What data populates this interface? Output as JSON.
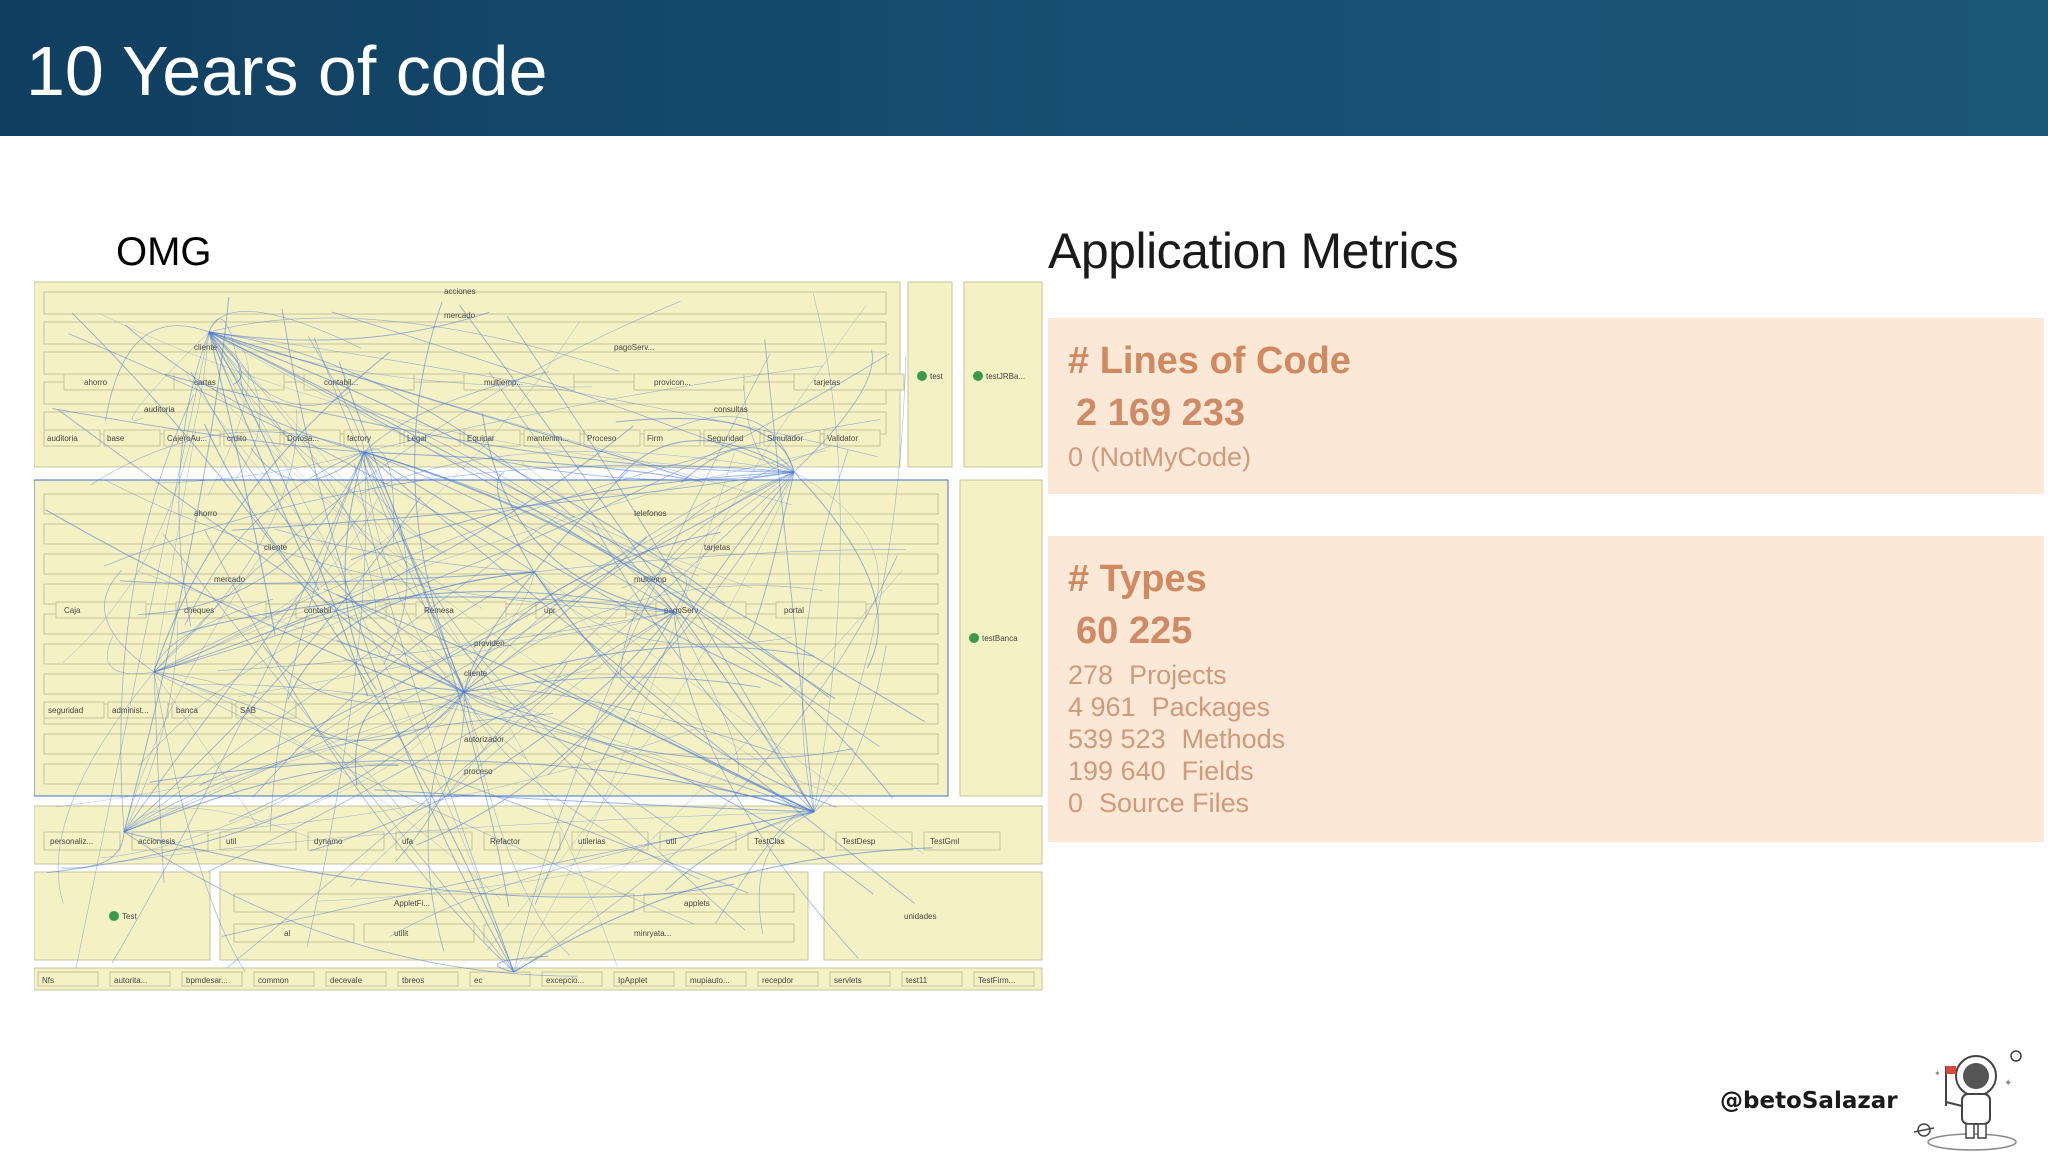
{
  "slide": {
    "title": "10 Years of code",
    "left_label": "OMG",
    "right_title": "Application Metrics",
    "handle": "@betoSalazar"
  },
  "lines_panel": {
    "heading": "# Lines of Code",
    "value": "2 169 233",
    "sub": "0 (NotMyCode)"
  },
  "types_panel": {
    "heading": "# Types",
    "value": "60 225",
    "rows": [
      {
        "num": "278",
        "label": "Projects"
      },
      {
        "num": "4 961",
        "label": "Packages"
      },
      {
        "num": "539 523",
        "label": "Methods"
      },
      {
        "num": "199 640",
        "label": "Fields"
      },
      {
        "num": "0",
        "label": "Source Files"
      }
    ]
  },
  "diagram_labels": {
    "top": [
      "acciones",
      "mercado",
      "cliente",
      "pagoServ...",
      "ahorro",
      "cartas",
      "contabil...",
      "multiemp...",
      "provicon...",
      "tarjetas",
      "auditoria",
      "consultas",
      "auditoria",
      "base",
      "CajeroAu...",
      "crdito",
      "Dotosa...",
      "factory",
      "Legal",
      "Equipar",
      "mantenim...",
      "Proceso",
      "Firm",
      "Seguridad",
      "Simulador",
      "Validator"
    ],
    "right_top": [
      "test",
      "testJRBa..."
    ],
    "middle": [
      "ahorro",
      "telefonos",
      "cliente",
      "tarjetas",
      "mercado",
      "multiemp",
      "Caja",
      "cheques",
      "contabil",
      "Remesa",
      "upr",
      "pagoServ",
      "portal",
      "providen...",
      "cliente",
      "seguridad",
      "administ...",
      "banca",
      "SAB",
      "autorizador",
      "proceso"
    ],
    "right_mid": [
      "testBanca"
    ],
    "lower": [
      "personaliz...",
      "accionesis",
      "util",
      "dynamo",
      "ufa",
      "Refactor",
      "utilerias",
      "util",
      "TestClas",
      "TestDesp",
      "TestGml"
    ],
    "bottom": [
      "Test",
      "AppletFi...",
      "applets",
      "al",
      "utilit",
      "minryata...",
      "unidades",
      "Nfs",
      "autorita...",
      "bpmdesar...",
      "common",
      "decevale",
      "tbreos",
      "ec",
      "excepcio...",
      "IpApplet",
      "mupiauto...",
      "recepdor",
      "servlets",
      "test11",
      "TestFirm..."
    ]
  }
}
